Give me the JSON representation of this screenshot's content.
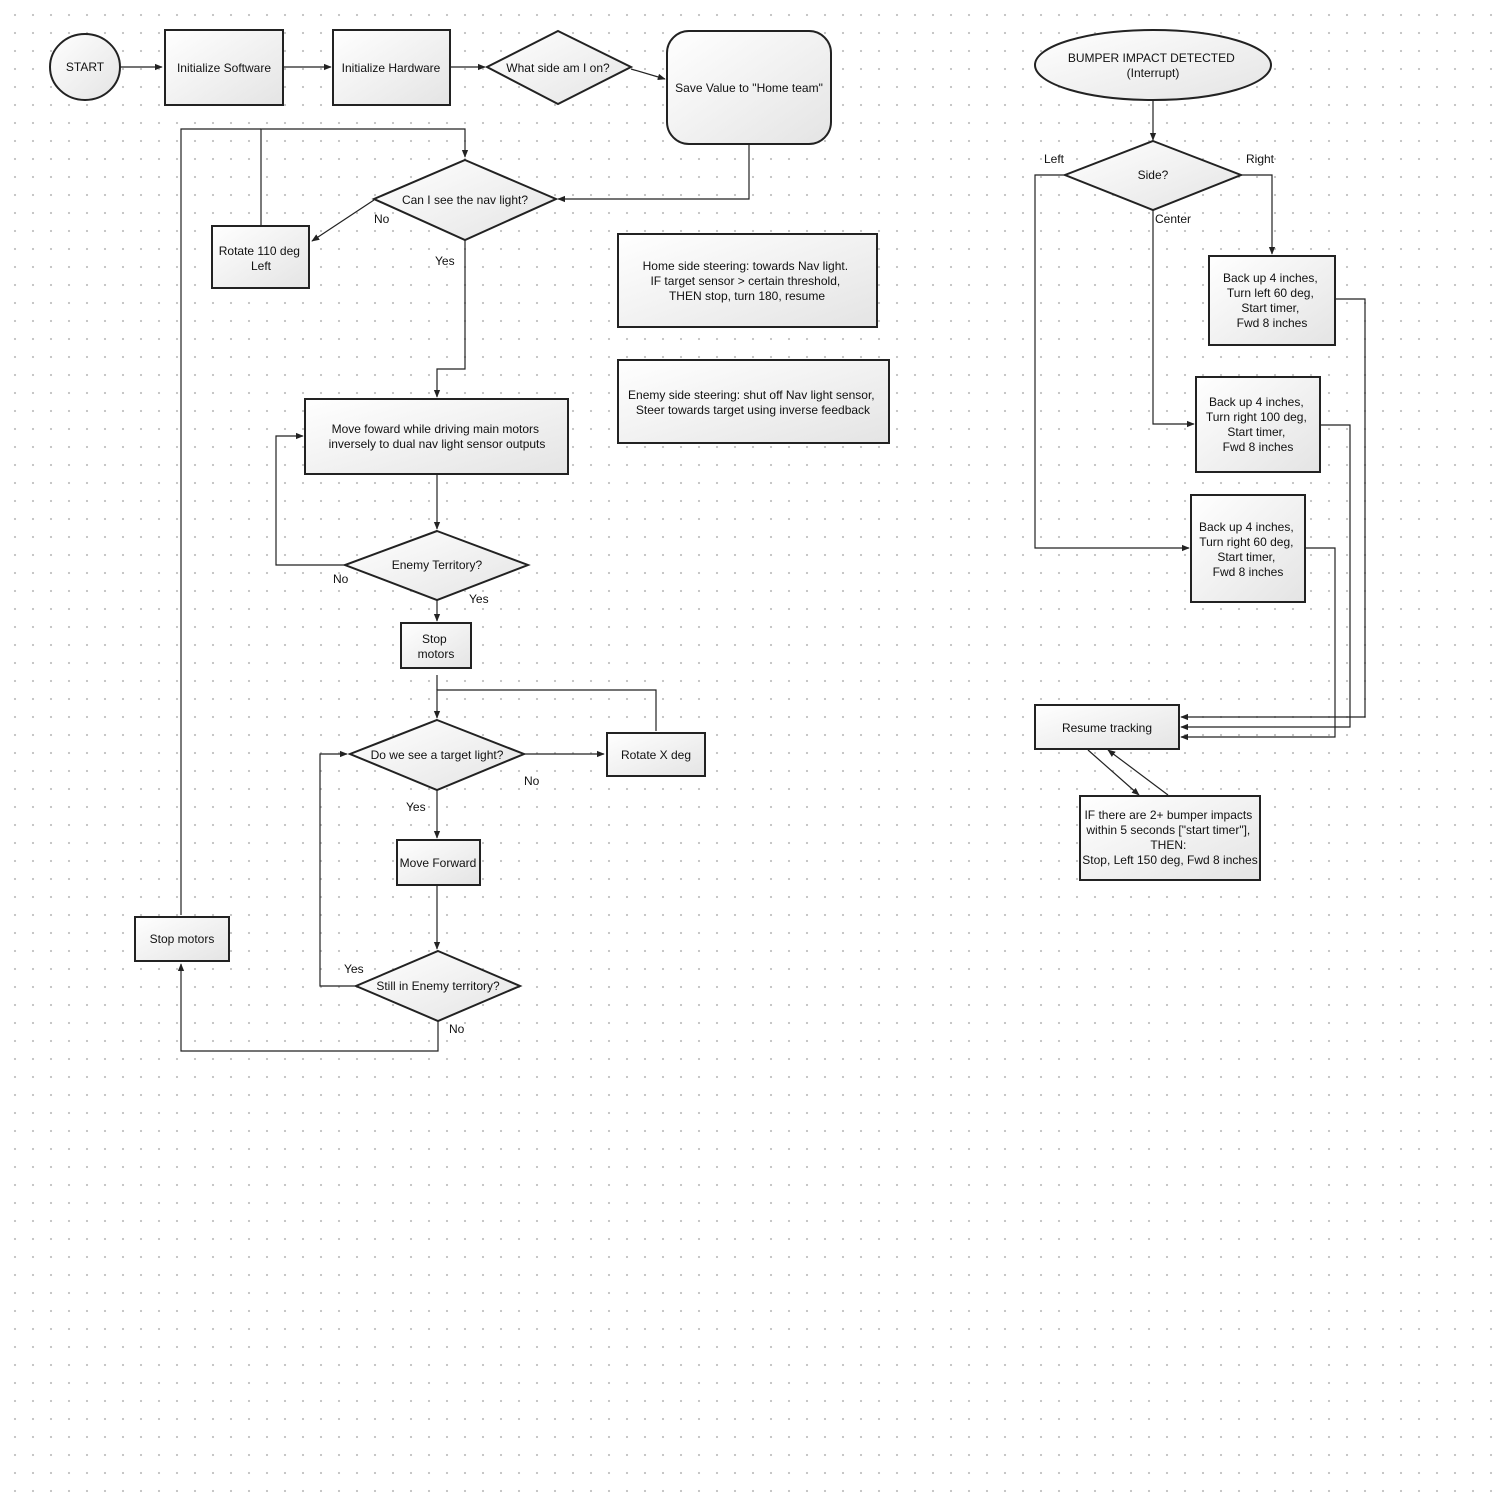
{
  "start": "START",
  "init_software": "Initialize Software",
  "init_hardware": "Initialize Hardware",
  "what_side": "What side am I on?",
  "save_value": "Save Value to \"Home team\"",
  "nav_light": "Can I see the nav light?",
  "rotate_110": [
    "Rotate 110 deg",
    "Left"
  ],
  "move_forward_nav": [
    "Move foward while driving main motors",
    "inversely to dual nav light sensor outputs"
  ],
  "enemy_territory": "Enemy Territory?",
  "stop_motors_1": [
    "Stop",
    "motors"
  ],
  "target_light": "Do we see a target light?",
  "rotate_x": "Rotate X deg",
  "move_forward": "Move Forward",
  "still_enemy": "Still in Enemy territory?",
  "stop_motors_2": "Stop motors",
  "home_note": [
    "Home side steering: towards Nav light.",
    "IF target sensor > certain threshold,",
    "THEN stop, turn 180, resume"
  ],
  "enemy_note": [
    "Enemy side steering:  shut off Nav light sensor,",
    "Steer towards target using inverse feedback"
  ],
  "bumper": [
    "BUMPER IMPACT DETECTED",
    "(Interrupt)"
  ],
  "side": "Side?",
  "right_action": [
    "Back up 4 inches,",
    "Turn left 60 deg,",
    "Start timer,",
    "Fwd 8 inches"
  ],
  "center_action": [
    "Back up 4 inches,",
    "Turn right 100 deg,",
    "Start timer,",
    "Fwd 8 inches"
  ],
  "left_action": [
    "Back up 4 inches,",
    "Turn right 60 deg,",
    "Start timer,",
    "Fwd 8 inches"
  ],
  "resume": "Resume tracking",
  "multi_impact": [
    "IF there are 2+ bumper impacts",
    "within 5 seconds [\"start timer\"],",
    "THEN:",
    "Stop, Left 150 deg, Fwd 8 inches"
  ],
  "labels": {
    "nav_no": "No",
    "nav_yes": "Yes",
    "enemy_no": "No",
    "enemy_yes": "Yes",
    "target_no": "No",
    "target_yes": "Yes",
    "still_yes": "Yes",
    "still_no": "No",
    "side_left": "Left",
    "side_right": "Right",
    "side_center": "Center"
  }
}
